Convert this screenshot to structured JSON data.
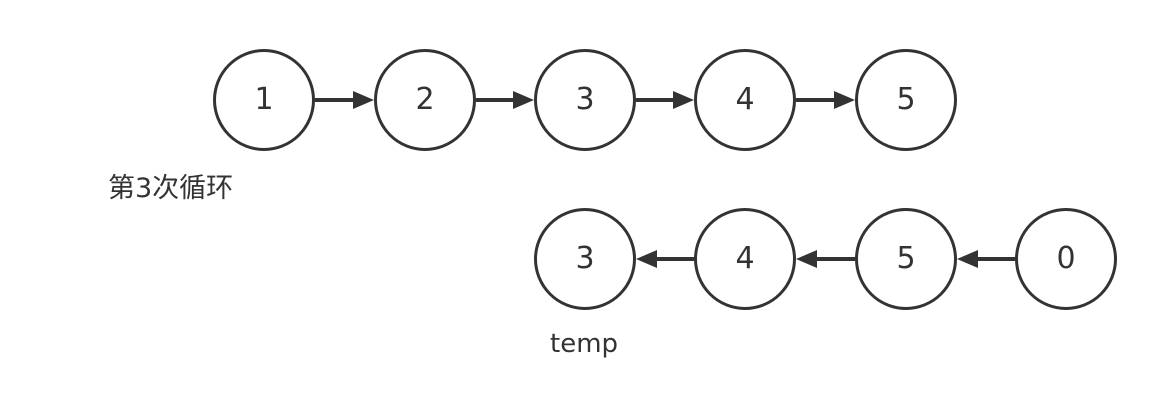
{
  "diagram": {
    "iteration_label": "第3次循环",
    "temp_label": "temp",
    "top_list": {
      "description": "singly linked list traversed left to right",
      "direction": "right",
      "node_values": [
        "1",
        "2",
        "3",
        "4",
        "5"
      ]
    },
    "temp_list": {
      "description": "reversed temp list, arrows point left",
      "direction": "left",
      "node_values": [
        "3",
        "4",
        "5",
        "0"
      ]
    },
    "colors": {
      "stroke": "#333333",
      "text": "#333333",
      "background": "#ffffff"
    }
  }
}
